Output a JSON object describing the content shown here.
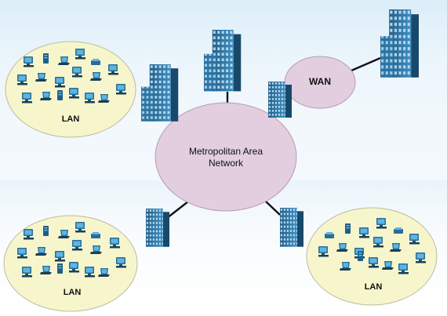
{
  "nodes": {
    "man": {
      "label": "Metropolitan Area Network"
    },
    "wan": {
      "label": "WAN"
    },
    "lan_top_left": {
      "label": "LAN"
    },
    "lan_bottom_left": {
      "label": "LAN"
    },
    "lan_bottom_right": {
      "label": "LAN"
    }
  },
  "colors": {
    "man_fill": "#e2cedf",
    "wan_fill": "#e2cedf",
    "lan_fill": "#f6f5cc",
    "link": "#111111",
    "building_dark": "#1f5f87",
    "building_light": "#3f8fc2",
    "device": "#2b6d95"
  },
  "icons": [
    "building-icon",
    "computer-icon",
    "laptop-icon",
    "server-icon",
    "printer-icon"
  ]
}
